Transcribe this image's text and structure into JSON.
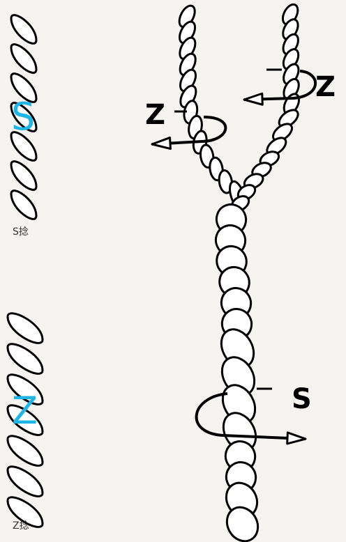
{
  "captions": {
    "s_twist": "S捻",
    "z_twist": "Z捻"
  },
  "labels": {
    "left_strand_twist": "Z",
    "right_strand_twist": "Z",
    "ply_twist": "S",
    "s_overlay": "S",
    "z_overlay": "Z"
  },
  "colors": {
    "background": "#f5f4f1",
    "outline": "#000000",
    "rope_fill": "#ffffff",
    "accent": "#1eb6e6"
  }
}
